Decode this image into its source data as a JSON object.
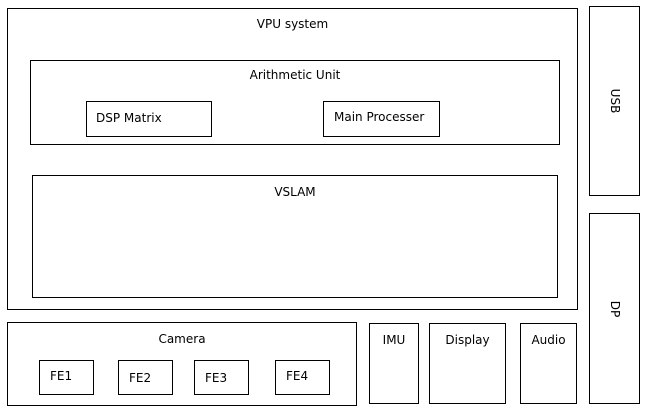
{
  "vpu_system": {
    "label": "VPU system",
    "arithmetic_unit": {
      "label": "Arithmetic Unit",
      "dsp_matrix": "DSP Matrix",
      "main_processer": "Main Processer"
    },
    "vslam": "VSLAM"
  },
  "usb": "USB",
  "dp": "DP",
  "camera": {
    "label": "Camera",
    "front_ends": [
      "FE1",
      "FE2",
      "FE3",
      "FE4"
    ]
  },
  "imu": "IMU",
  "display": "Display",
  "audio": "Audio"
}
